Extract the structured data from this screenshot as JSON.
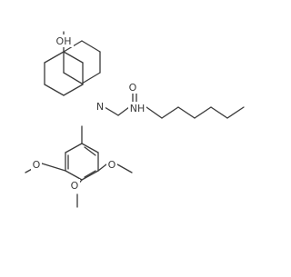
{
  "molecule": {
    "atom_labels": {
      "hydroxyl": "OH",
      "ring_nitrogen": "N",
      "carbonyl_oxygen": "O",
      "amide_nh": "NH",
      "methoxy_oxygen_left": "O",
      "methoxy_oxygen_right": "O",
      "methoxy_oxygen_bottom": "O"
    },
    "colors": {
      "bond": "#3a3a3a",
      "background": "#ffffff"
    }
  }
}
